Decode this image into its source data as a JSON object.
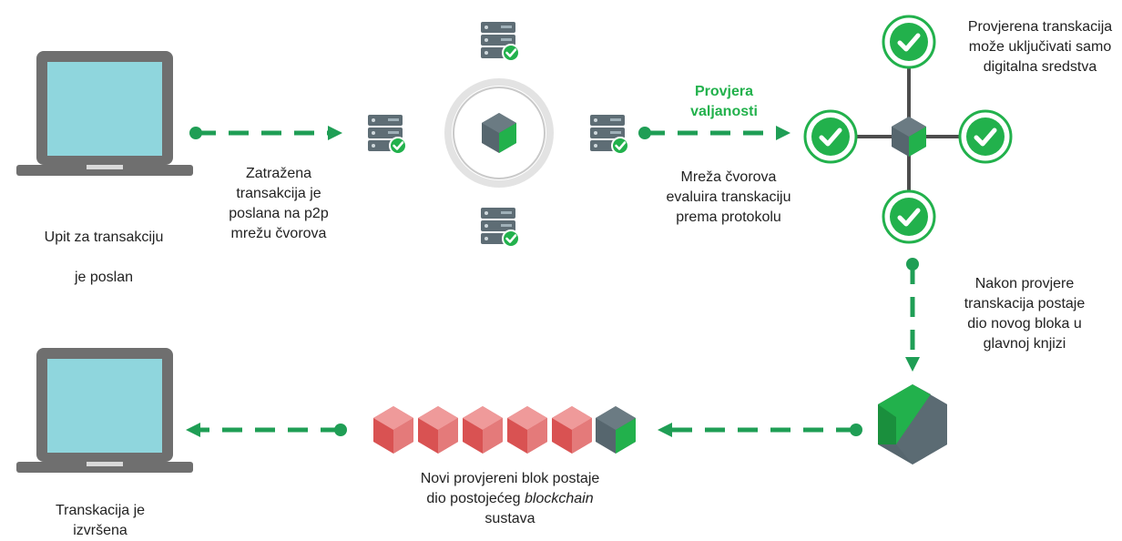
{
  "colors": {
    "accent_green": "#22b14c",
    "arrow_green": "#1f9e55",
    "cube_dark": "#4a5a63",
    "cube_red": "#d94a4a",
    "laptop_gray": "#707070",
    "screen_cyan": "#8fd6dd"
  },
  "steps": {
    "request_sent": {
      "line1": "Upit za transakciju",
      "line2": "je poslan"
    },
    "broadcast": {
      "text": "Zatražena\ntransakcija je\nposlana na p2p\nmrežu čvorova"
    },
    "validation_title": {
      "text": "Provjera\nvaljanosti"
    },
    "evaluate": {
      "text": "Mreža čvorova\nevaluira transkaciju\nprema protokolu"
    },
    "verified": {
      "text": "Provjerena transkacija\nmože uključivati samo\ndigitalna sredstva"
    },
    "after_check": {
      "text": "Nakon provjere\ntranskacija postaje\ndio novog bloka u\nglavnoj knjizi"
    },
    "new_block": {
      "pre": "Novi provjereni blok postaje\ndio postojećeg ",
      "italic": "blockchain",
      "post": "\nsustava"
    },
    "done": {
      "text": "Transkacija je\nizvršena"
    }
  },
  "icons": [
    "laptop-icon",
    "server-icon",
    "cube-icon",
    "check-circle-icon",
    "arrow-icon"
  ]
}
